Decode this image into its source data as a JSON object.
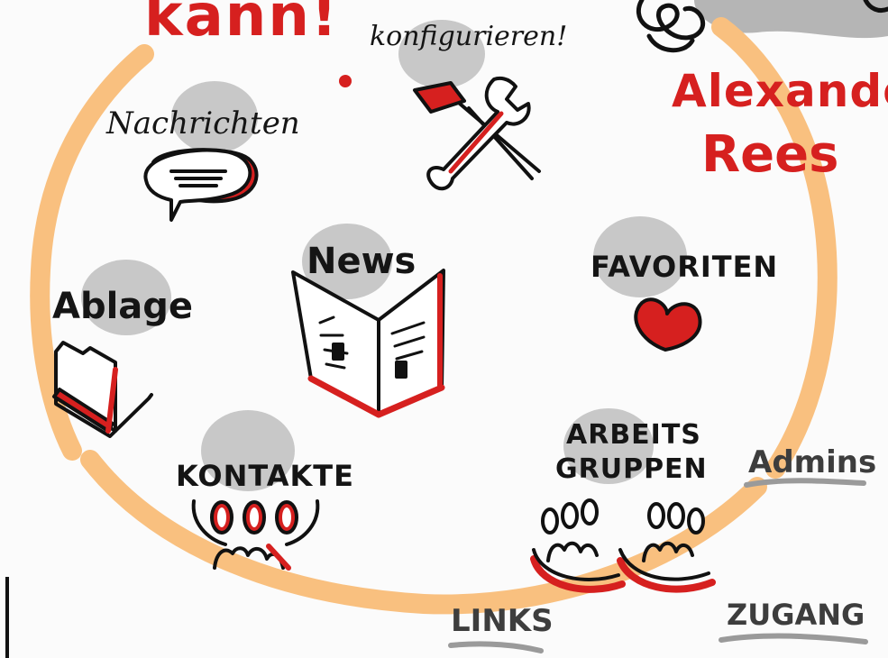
{
  "sketch": {
    "heading_fragment": "kann!",
    "author_line1": "Alexande",
    "author_line2": "Rees",
    "features": [
      {
        "label": "konfigurieren!",
        "icon": "wrench-screwdriver-icon"
      },
      {
        "label": "Nachrichten",
        "icon": "speech-bubble-icon"
      },
      {
        "label": "News",
        "icon": "newspaper-icon"
      },
      {
        "label": "Favoriten",
        "icon": "heart-icon"
      },
      {
        "label": "Ablage",
        "icon": "folder-icon"
      },
      {
        "label": "Kontakte",
        "icon": "people-icon"
      },
      {
        "label": "Arbeits",
        "label2": "Gruppen",
        "icon": "groups-icon"
      }
    ],
    "roles": [
      {
        "label": "Admins"
      },
      {
        "label": "Links"
      },
      {
        "label": "Zugang"
      }
    ]
  },
  "colors": {
    "ring": "#f9c07f",
    "accent_red": "#d6201f",
    "ink": "#151515",
    "bubble_gray": "#c8c8c8"
  }
}
